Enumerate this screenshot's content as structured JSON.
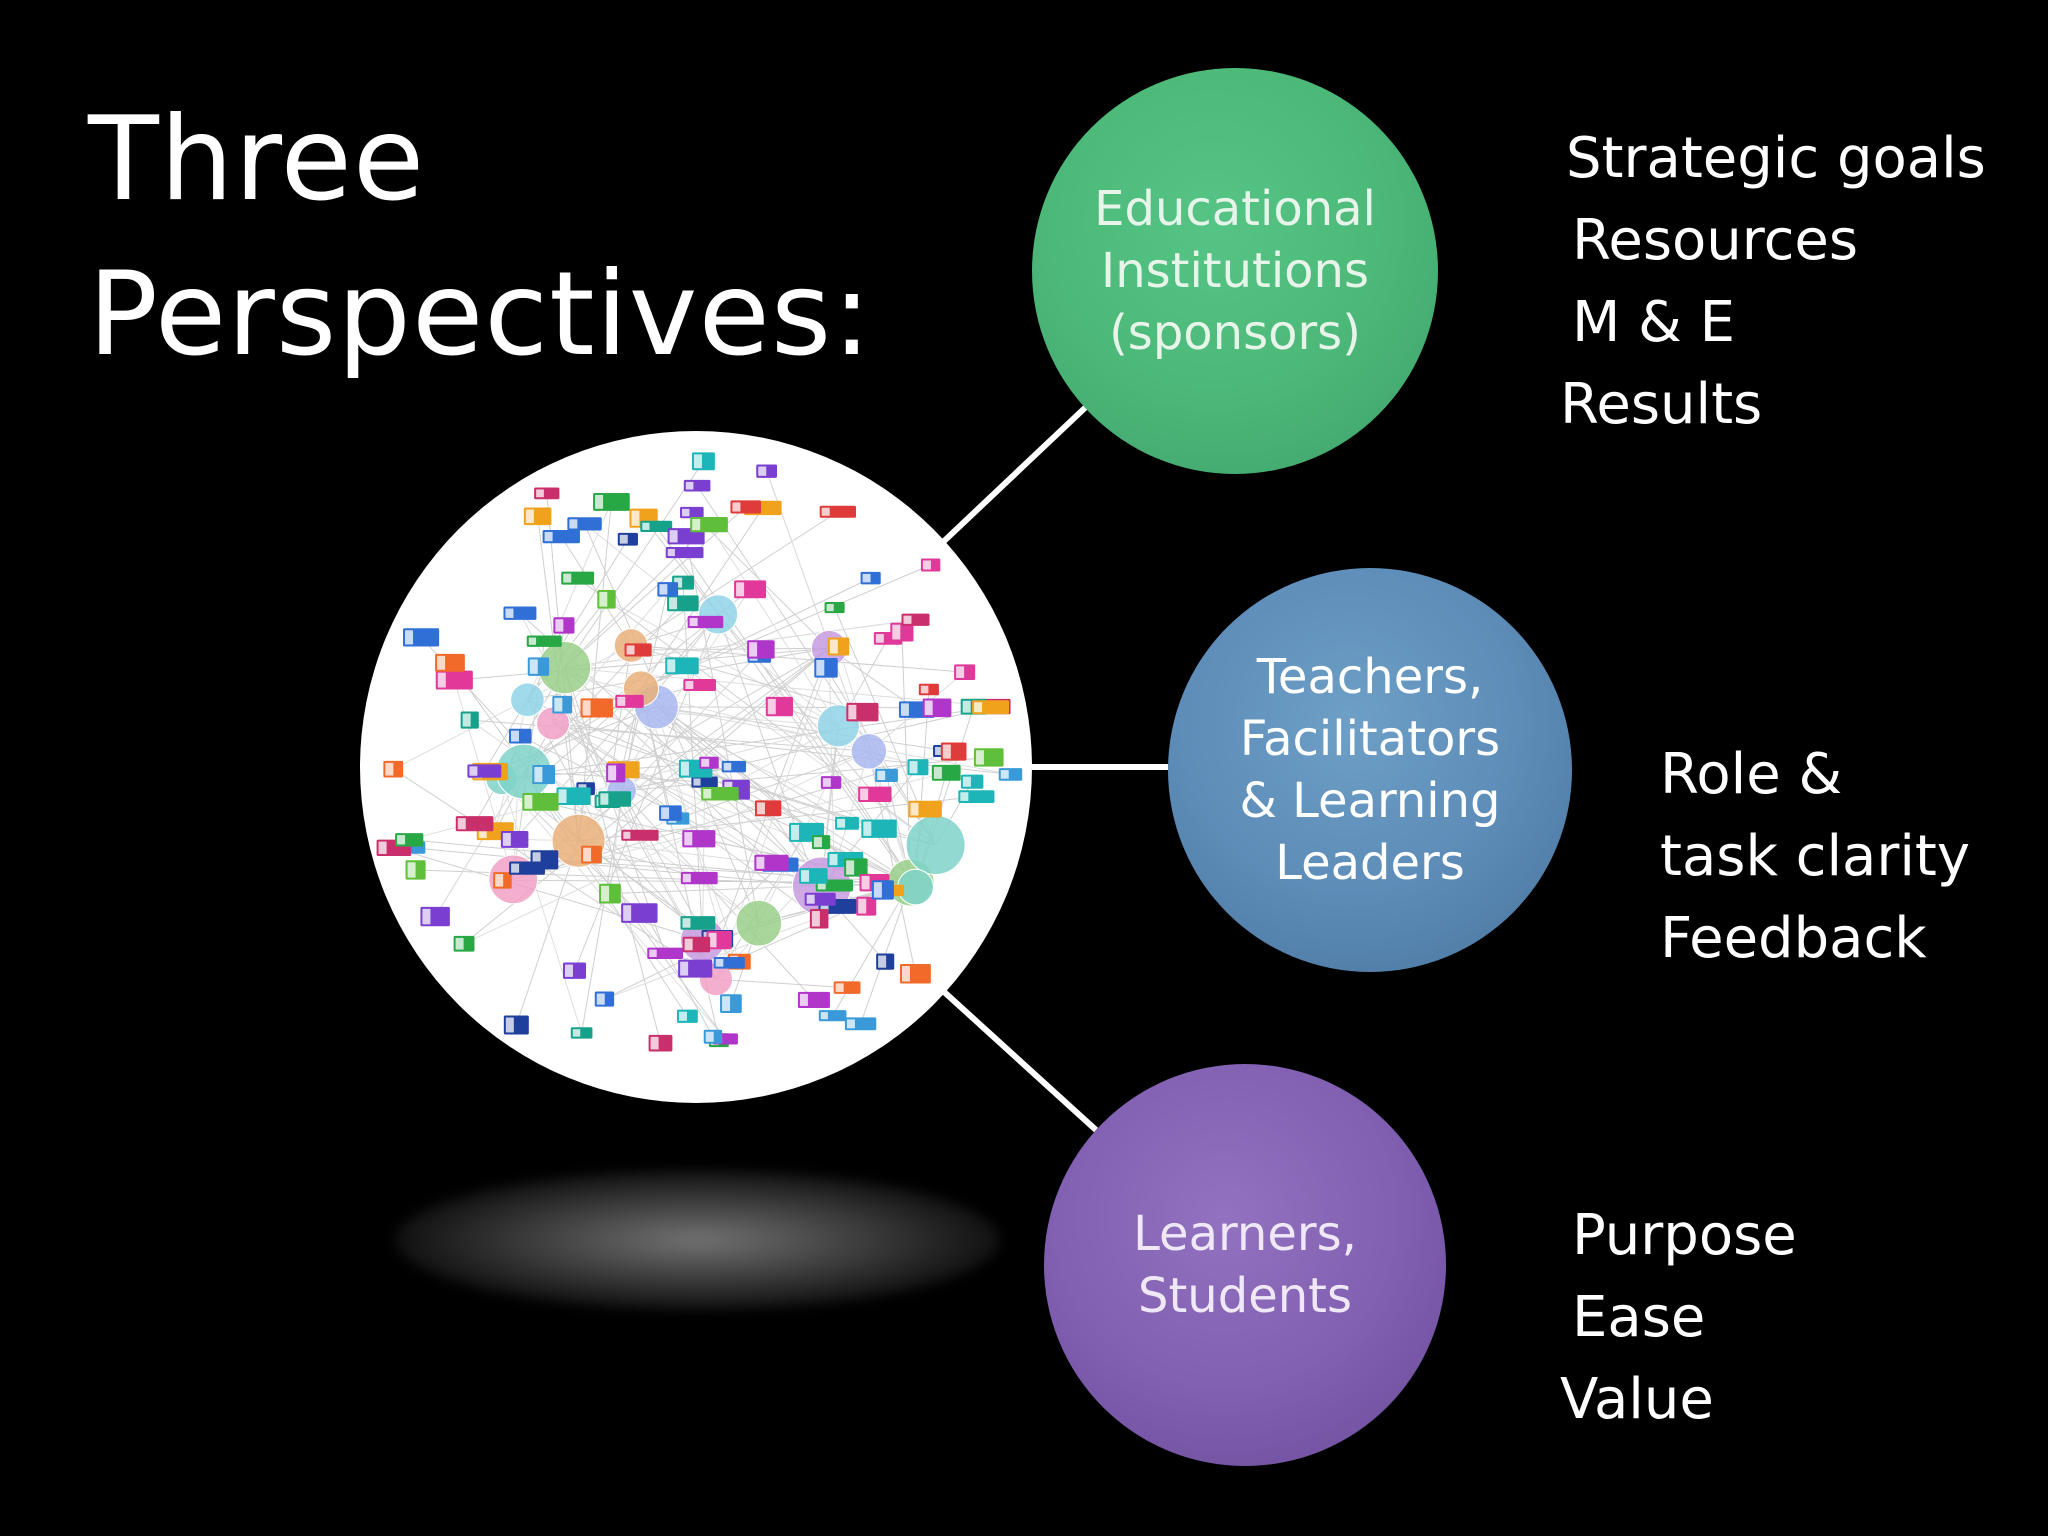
{
  "title": {
    "line1": "Three",
    "line2": "Perspectives:"
  },
  "perspectives": [
    {
      "label_lines": [
        "Educational",
        "Institutions",
        "(sponsors)"
      ],
      "color": "#4dba7a",
      "items": [
        "Strategic goals",
        "Resources",
        "M & E",
        "Results"
      ]
    },
    {
      "label_lines": [
        "Teachers,",
        "Facilitators",
        "& Learning",
        "Leaders"
      ],
      "color": "#5d8db8",
      "items": [
        "Role &",
        "task clarity",
        "Feedback"
      ]
    },
    {
      "label_lines": [
        "Learners,",
        "Students"
      ],
      "color": "#8260b2",
      "items": [
        "Purpose",
        "Ease",
        "Value"
      ]
    }
  ]
}
